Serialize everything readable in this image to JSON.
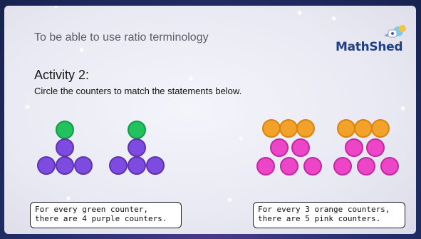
{
  "header": {
    "objective": "To be able to use ratio terminology",
    "logo_text": "MathShed"
  },
  "activity": {
    "title": "Activity 2:",
    "instruction": "Circle the counters to match the statements below."
  },
  "statements": [
    {
      "line1": "For every green counter,",
      "line2": "there are 4 purple counters."
    },
    {
      "line1": "For every 3 orange counters,",
      "line2": "there are 5 pink counters."
    }
  ],
  "colors": {
    "green": "#22c35e",
    "purple": "#7d4be0",
    "orange": "#f2a22a",
    "pink": "#ec45c8"
  }
}
